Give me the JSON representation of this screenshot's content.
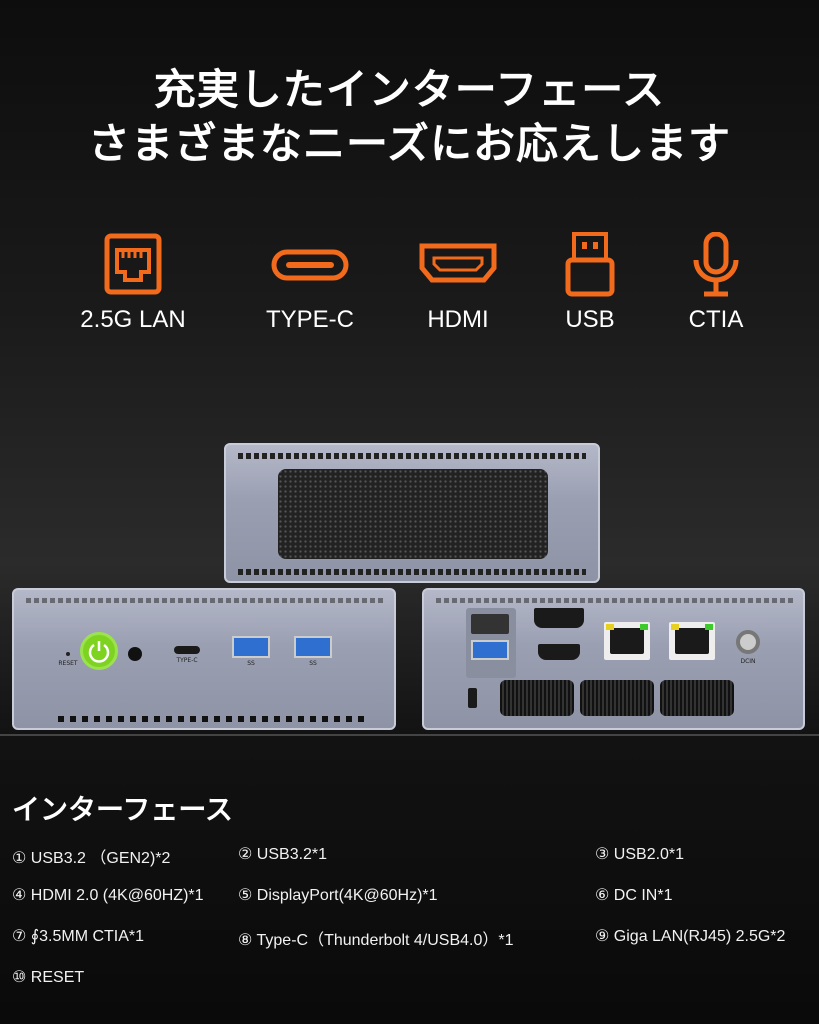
{
  "headline": {
    "line1": "充実したインターフェース",
    "line2": "さまざまなニーズにお応えします"
  },
  "accent_color": "#f26a1b",
  "features": [
    {
      "icon": "ethernet-icon",
      "label": "2.5G LAN"
    },
    {
      "icon": "usb-c-icon",
      "label": "TYPE-C"
    },
    {
      "icon": "hdmi-icon",
      "label": "HDMI"
    },
    {
      "icon": "usb-icon",
      "label": "USB"
    },
    {
      "icon": "microphone-icon",
      "label": "CTIA"
    }
  ],
  "device": {
    "reset_label": "RESET",
    "typec_label": "TYPE-C",
    "usb3_mark": "SS",
    "dcin_label": "DCIN",
    "power_color": "#7ed321"
  },
  "section_title": "インターフェース",
  "specs": [
    "① USB3.2 （GEN2)*2",
    "② USB3.2*1",
    "③ USB2.0*1",
    "④ HDMI 2.0 (4K@60HZ)*1",
    "⑤ DisplayPort(4K@60Hz)*1",
    "⑥ DC IN*1",
    "⑦ ∮3.5MM CTIA*1",
    "⑧ Type-C（Thunderbolt 4/USB4.0）*1",
    "⑨ Giga LAN(RJ45) 2.5G*2",
    "⑩ RESET"
  ]
}
